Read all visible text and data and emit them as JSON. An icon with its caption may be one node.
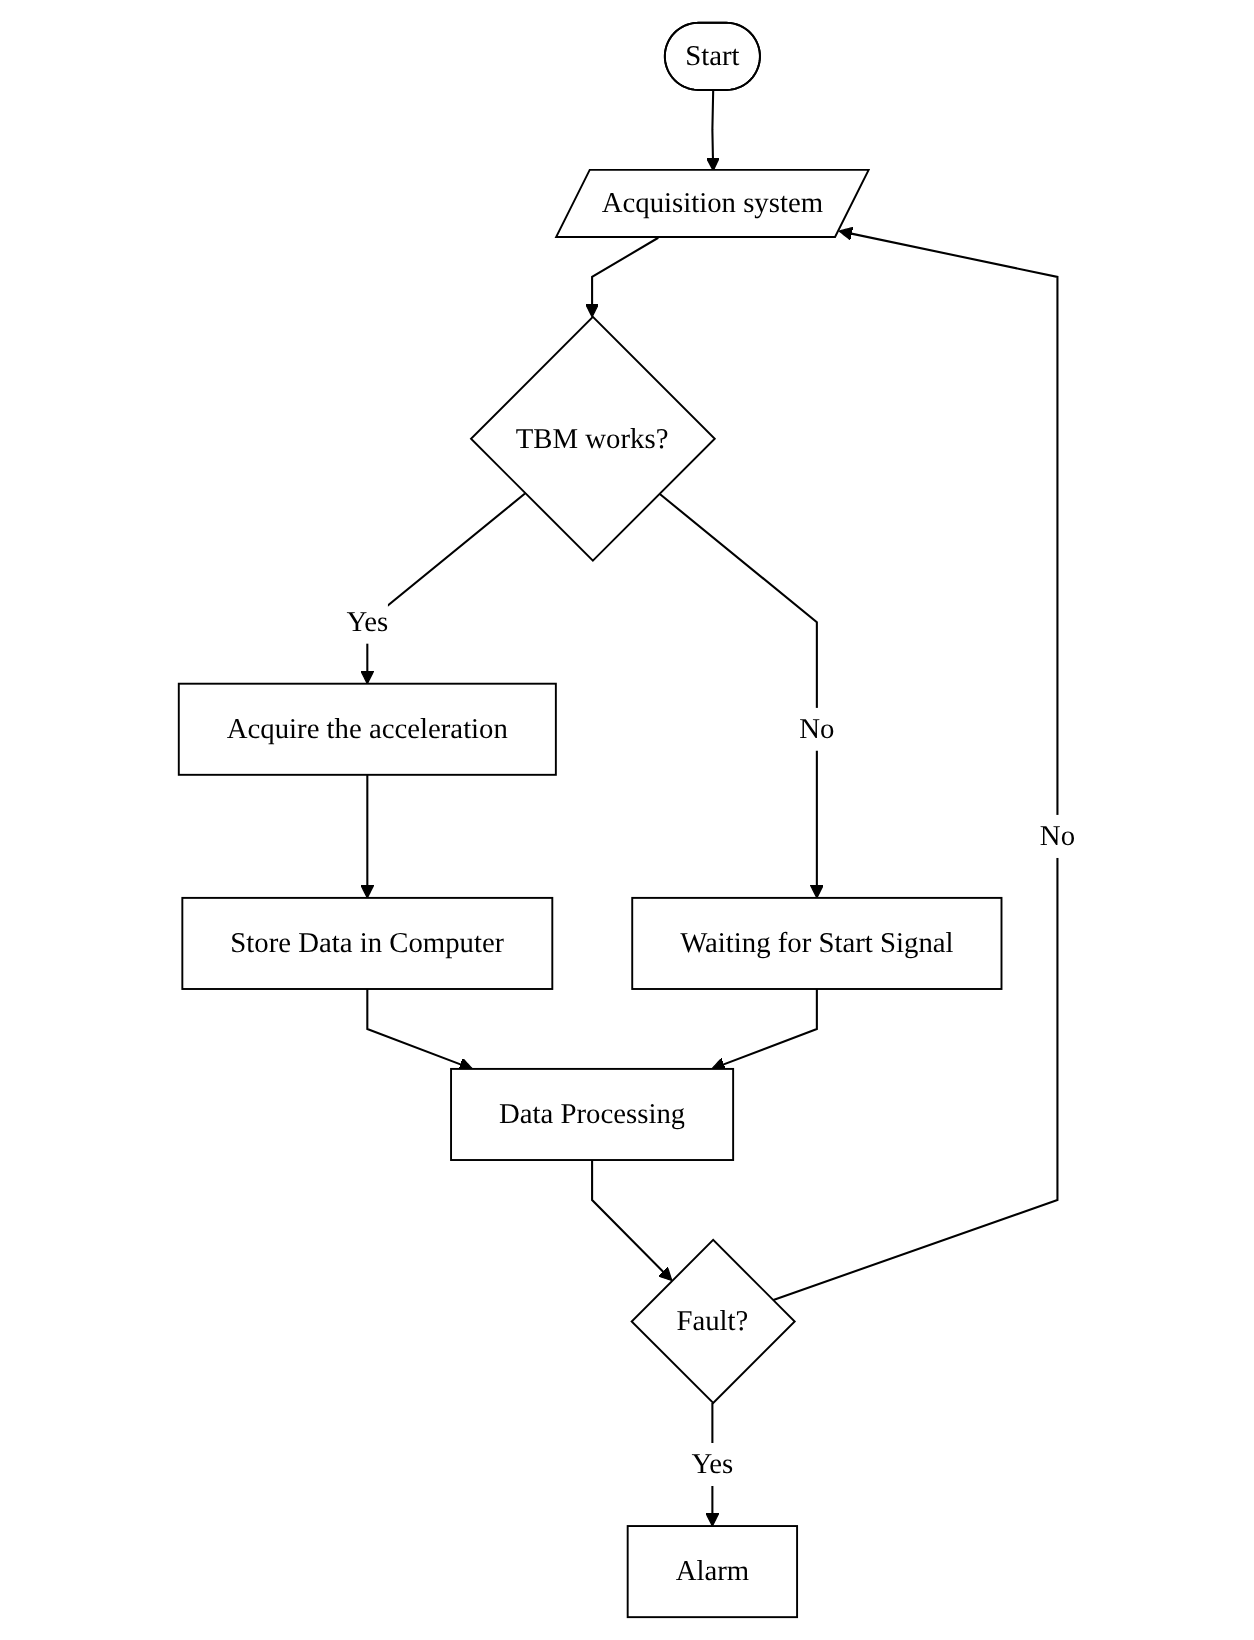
{
  "diagram": {
    "nodes": [
      {
        "text": [
          "Start"
        ]
      },
      {
        "text": [
          "Acquisition system"
        ]
      },
      {
        "text": [
          "TBM works?"
        ]
      },
      {
        "text": [
          "Acquire the acceleration"
        ]
      },
      {
        "text": [
          "Store Data in Computer"
        ]
      },
      {
        "text": [
          "Waiting for Start Signal"
        ]
      },
      {
        "text": [
          "Data Processing"
        ]
      },
      {
        "text": [
          "Fault?"
        ]
      },
      {
        "text": [
          "Alarm"
        ]
      }
    ],
    "edges": [
      {
        "from": 0,
        "to": 1,
        "arrow": "to"
      },
      {
        "from": 1,
        "to": 2,
        "arrow": "to"
      },
      {
        "from": 2,
        "to": 3,
        "label": "Yes",
        "arrow": "to"
      },
      {
        "from": 3,
        "to": 4,
        "arrow": "to"
      },
      {
        "from": 2,
        "to": 5,
        "label": "No",
        "arrow": "to"
      },
      {
        "from": 4,
        "to": 6,
        "arrow": "to"
      },
      {
        "from": 5,
        "to": 6,
        "arrow": "to"
      },
      {
        "from": 6,
        "to": 7,
        "arrow": "to"
      },
      {
        "from": 7,
        "to": 8,
        "label": "Yes",
        "arrow": "to"
      },
      {
        "from": 7,
        "to": 1,
        "label": "No",
        "arrow": "to"
      }
    ]
  }
}
